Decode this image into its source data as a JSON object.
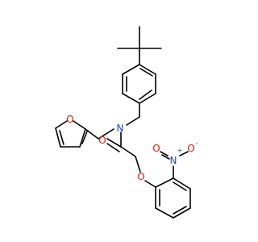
{
  "molecule": {
    "atoms": {
      "N_amide": {
        "symbol": "N",
        "color": "#1f3fd6"
      },
      "O_furan": {
        "symbol": "O",
        "color": "#e8140c"
      },
      "O_carbonyl": {
        "symbol": "O",
        "color": "#e8140c"
      },
      "O_ether": {
        "symbol": "O",
        "color": "#e8140c"
      },
      "N_nitro": {
        "symbol": "N",
        "color": "#1f3fd6",
        "charge": "+"
      },
      "O_nitro_a": {
        "symbol": "O",
        "color": "#e8140c",
        "charge": "-"
      },
      "O_nitro_b": {
        "symbol": "O",
        "color": "#e8140c"
      }
    },
    "bond_color": "#000000"
  }
}
